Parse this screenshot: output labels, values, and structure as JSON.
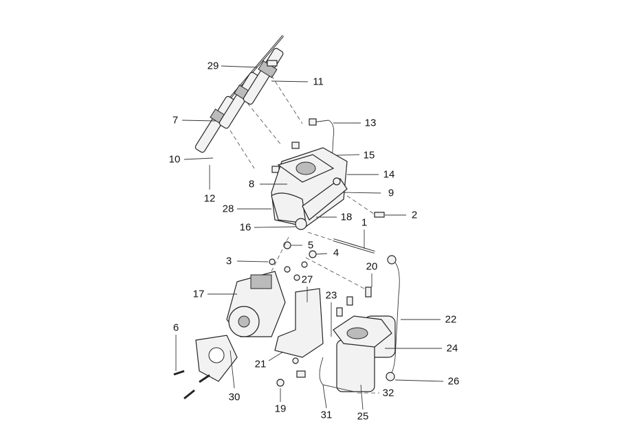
{
  "diagram": {
    "type": "exploded parts diagram - fuel injection system",
    "callouts": [
      "29",
      "11",
      "7",
      "13",
      "10",
      "15",
      "14",
      "8",
      "12",
      "9",
      "28",
      "2",
      "18",
      "1",
      "16",
      "5",
      "4",
      "3",
      "20",
      "27",
      "17",
      "23",
      "22",
      "6",
      "24",
      "21",
      "26",
      "32",
      "30",
      "19",
      "31",
      "25"
    ]
  }
}
